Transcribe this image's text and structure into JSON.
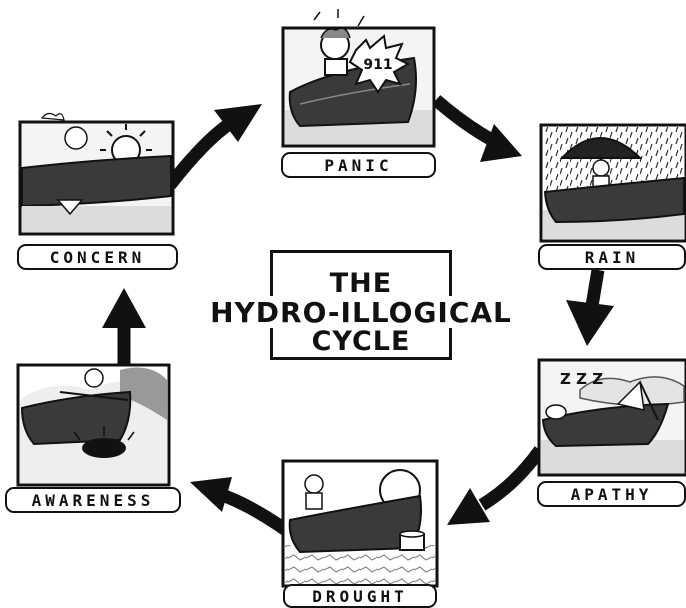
{
  "title": {
    "line1": "THE",
    "line2": "HYDRO-ILLOGICAL",
    "line3": "CYCLE"
  },
  "stages": [
    {
      "id": "panic",
      "label": "PANIC",
      "sign_text": "911"
    },
    {
      "id": "rain",
      "label": "RAIN"
    },
    {
      "id": "apathy",
      "label": "APATHY",
      "zzz": "Z Z Z"
    },
    {
      "id": "drought",
      "label": "DROUGHT"
    },
    {
      "id": "awareness",
      "label": "AWARENESS"
    },
    {
      "id": "concern",
      "label": "CONCERN"
    }
  ],
  "colors": {
    "ink": "#111111",
    "paper": "#ffffff",
    "water": "#dcdcdc",
    "sky": "#f4f4f4"
  }
}
